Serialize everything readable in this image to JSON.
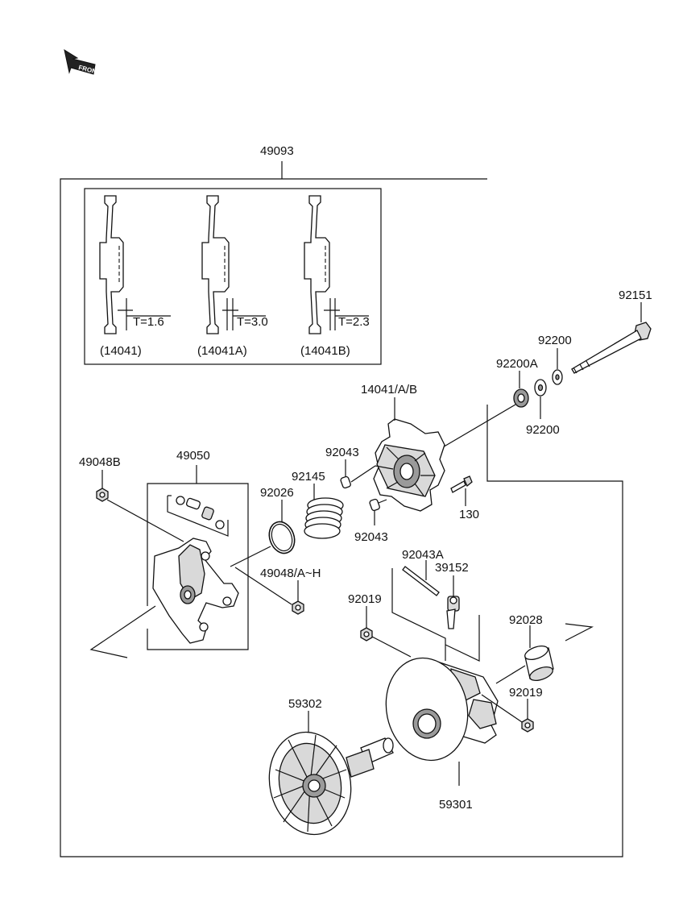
{
  "callouts": {
    "assembly": "49093",
    "bolt": "92151",
    "washer_top": "92200",
    "washer_bottom": "92200",
    "bearing": "92200A",
    "spider": "14041/A/B",
    "pin_upper": "92043",
    "pin_lower": "92043",
    "spring": "92145",
    "ring": "92026",
    "nut_left": "49048B",
    "weights": "49050",
    "nut_center": "49048/A~H",
    "screw": "130",
    "long_pin": "92043A",
    "roller": "39152",
    "nut_lower_left": "92019",
    "nut_lower_right": "92019",
    "bushing": "92028",
    "fixed_sheave": "59302",
    "movable_sheave": "59301"
  },
  "inset": {
    "variants": [
      {
        "thickness": "T=1.6",
        "part": "(14041)"
      },
      {
        "thickness": "T=3.0",
        "part": "(14041A)"
      },
      {
        "thickness": "T=2.3",
        "part": "(14041B)"
      }
    ]
  },
  "orientation_label": "FRONT"
}
